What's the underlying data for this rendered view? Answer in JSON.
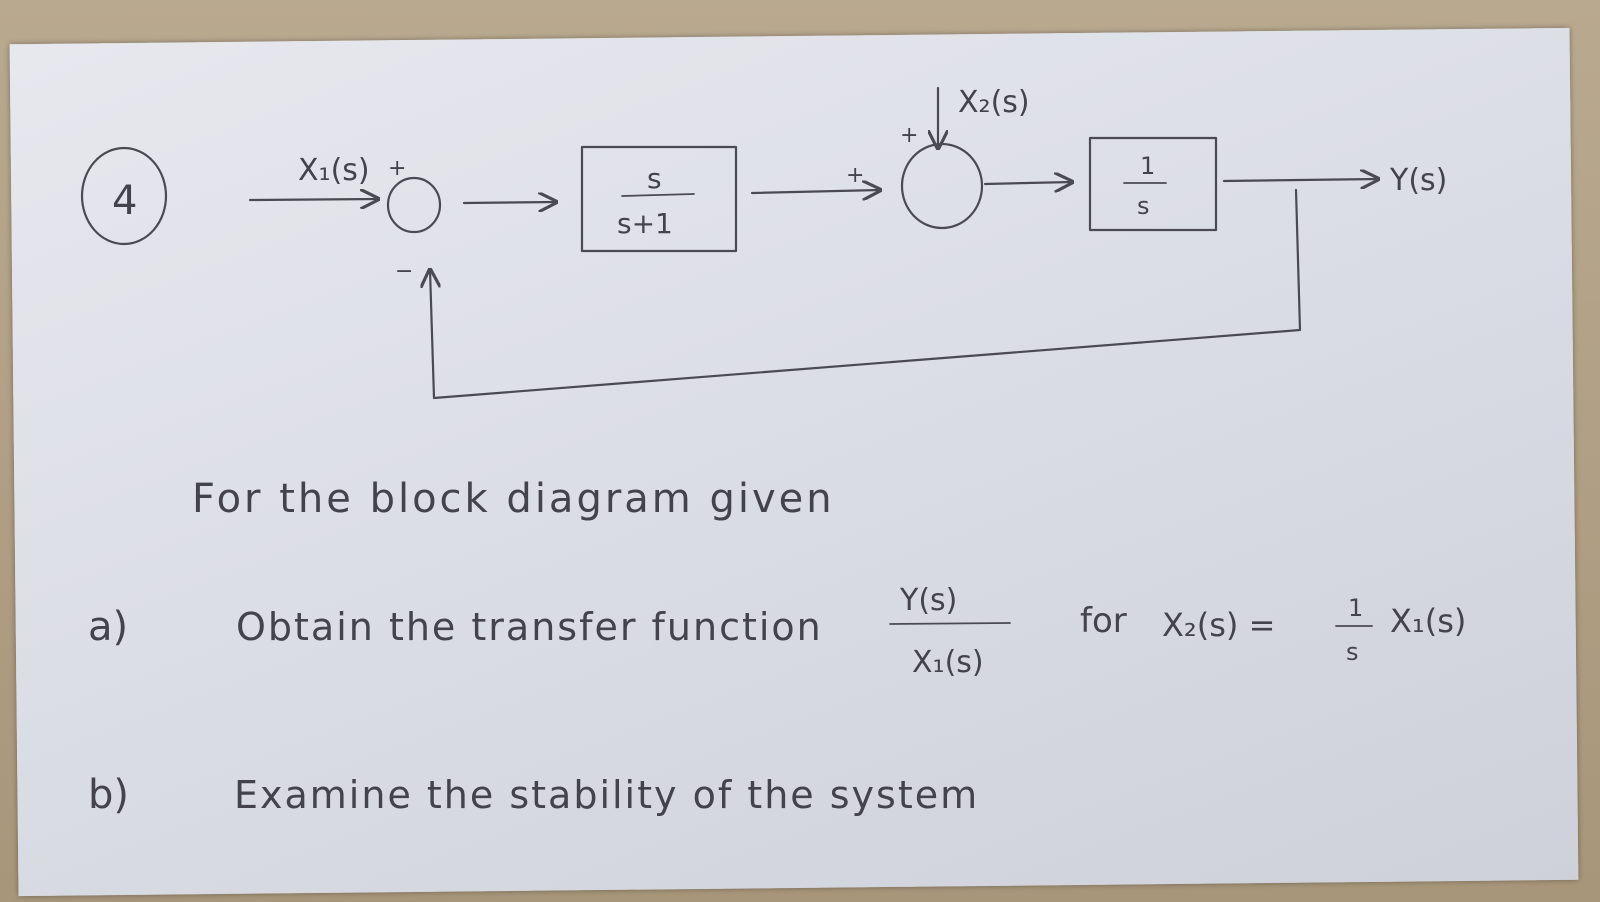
{
  "problem_number": "4",
  "diagram": {
    "input_label": "X₁(s)",
    "input_sign": "+",
    "feedback_sign": "−",
    "block1_numerator": "s",
    "block1_denominator": "s+1",
    "disturbance_label": "X₂(s)",
    "sum2_sign_top": "+",
    "sum2_sign_left": "+",
    "block2_numerator": "1",
    "block2_denominator": "s",
    "output_label": "Y(s)"
  },
  "text": {
    "intro": "For the block diagram given",
    "a_marker": "a)",
    "a_text": "Obtain the transfer function",
    "a_frac_num": "Y(s)",
    "a_frac_den": "X₁(s)",
    "a_for": "for",
    "a_cond_lhs": "X₂(s) =",
    "a_cond_num": "1",
    "a_cond_den": "s",
    "a_cond_rhs": "X₁(s)",
    "b_marker": "b)",
    "b_text": "Examine the stability of the system"
  }
}
